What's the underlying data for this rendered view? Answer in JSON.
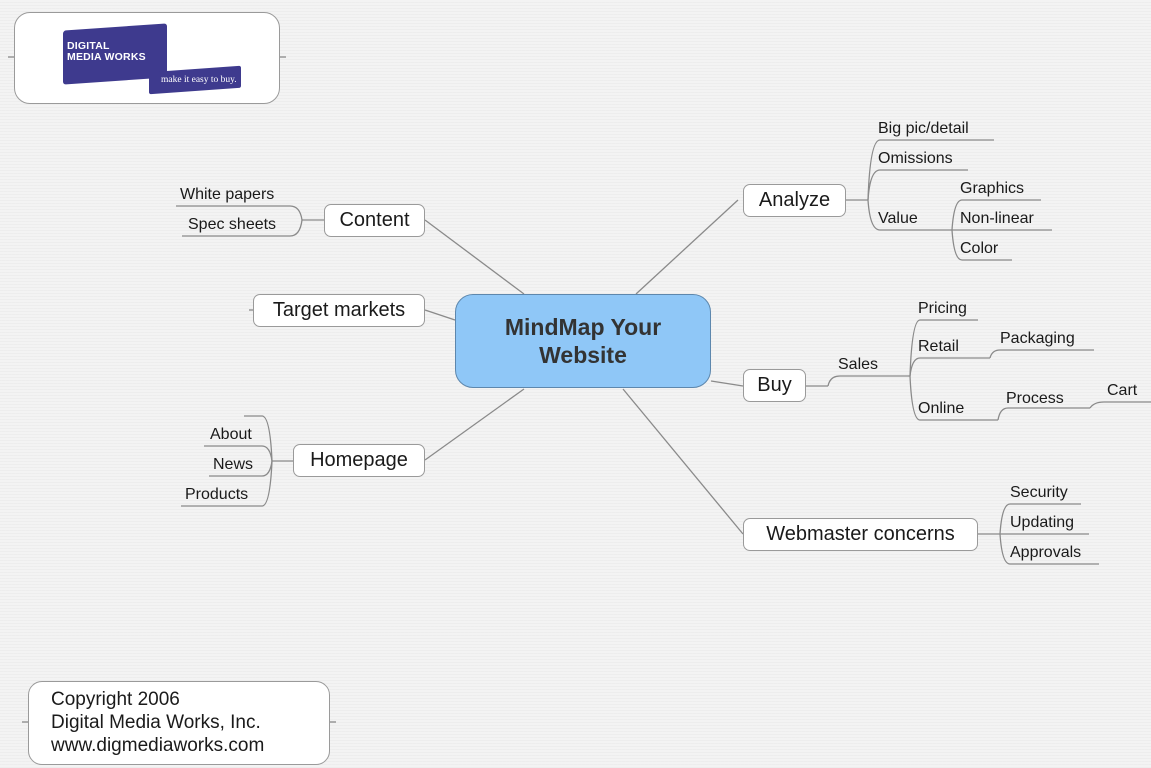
{
  "logo": {
    "company_line1": "DIGITAL",
    "company_line2": "MEDIA WORKS",
    "tagline": "make it easy to buy."
  },
  "center": {
    "line1": "MindMap Your",
    "line2": "Website"
  },
  "left": {
    "content": {
      "label": "Content",
      "children": [
        "White papers",
        "Spec sheets"
      ]
    },
    "target_markets": {
      "label": "Target markets"
    },
    "homepage": {
      "label": "Homepage",
      "children": [
        "About",
        "News",
        "Products"
      ]
    }
  },
  "right": {
    "analyze": {
      "label": "Analyze",
      "big_pic": "Big pic/detail",
      "omissions": "Omissions",
      "value": "Value",
      "value_children": [
        "Graphics",
        "Non-linear",
        "Color"
      ]
    },
    "buy": {
      "label": "Buy",
      "sales": "Sales",
      "pricing": "Pricing",
      "retail": "Retail",
      "packaging": "Packaging",
      "online": "Online",
      "process": "Process",
      "cart": "Cart"
    },
    "webmaster": {
      "label": "Webmaster concerns",
      "children": [
        "Security",
        "Updating",
        "Approvals"
      ]
    }
  },
  "copyright": {
    "line1": "Copyright 2006",
    "line2": "Digital Media Works, Inc.",
    "line3": "www.digmediaworks.com"
  }
}
